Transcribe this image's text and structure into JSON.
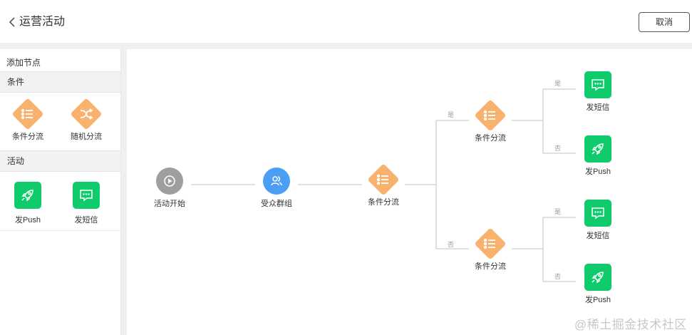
{
  "header": {
    "title": "运营活动",
    "cancel_label": "取消"
  },
  "sidebar": {
    "title": "添加节点",
    "sections": [
      {
        "label": "条件",
        "items": [
          {
            "label": "条件分流",
            "icon": "list-icon"
          },
          {
            "label": "随机分流",
            "icon": "shuffle-icon"
          }
        ]
      },
      {
        "label": "活动",
        "items": [
          {
            "label": "发Push",
            "icon": "rocket-icon"
          },
          {
            "label": "发短信",
            "icon": "message-icon"
          }
        ]
      }
    ]
  },
  "flow": {
    "nodes": {
      "start": "活动开始",
      "audience": "受众群组",
      "split_main": "条件分流",
      "split_top": "条件分流",
      "split_bottom": "条件分流",
      "sms_1": "发短信",
      "push_1": "发Push",
      "sms_2": "发短信",
      "push_2": "发Push"
    },
    "edge_labels": {
      "yes": "是",
      "no": "否"
    }
  },
  "watermark": "@稀土掘金技术社区",
  "colors": {
    "diamond": "#f9b26d",
    "action": "#0fcb6c",
    "start": "#9e9e9e",
    "audience": "#4a9ff5"
  }
}
